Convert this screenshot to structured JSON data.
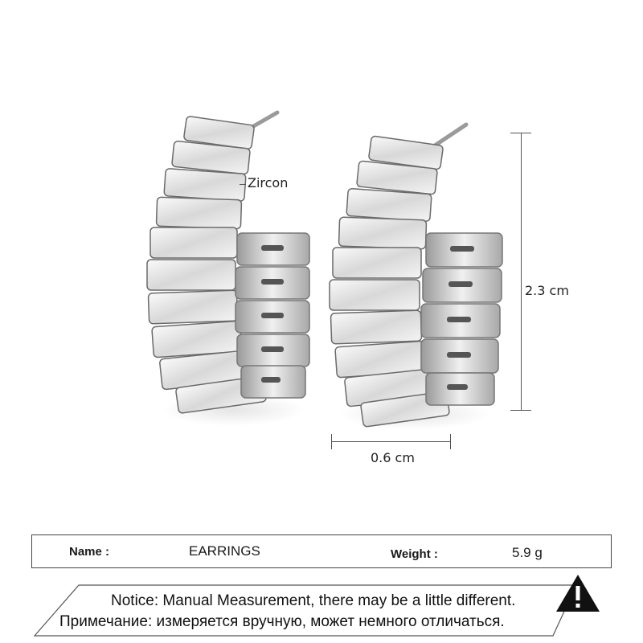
{
  "product": {
    "image_alt": "Pair of silver C-shaped hoop earrings set with baguette-cut clear zircon stones",
    "annotations": {
      "material_label": "Zircon",
      "height_label": "2.3 cm",
      "width_label": "0.6 cm"
    }
  },
  "info_table": {
    "name_label": "Name :",
    "name_value": "EARRINGS",
    "weight_label": "Weight :",
    "weight_value": "5.9 g"
  },
  "notice": {
    "english": "Notice: Manual Measurement, there may be a little different.",
    "russian": "Примечание: измеряется вручную, может немного отличаться.",
    "icon": "warning-triangle-icon"
  },
  "colors": {
    "background": "#ffffff",
    "metal": "#c9c9c9",
    "stone": "#eeeeee",
    "lines": "#444444",
    "text": "#1a1a1a"
  }
}
